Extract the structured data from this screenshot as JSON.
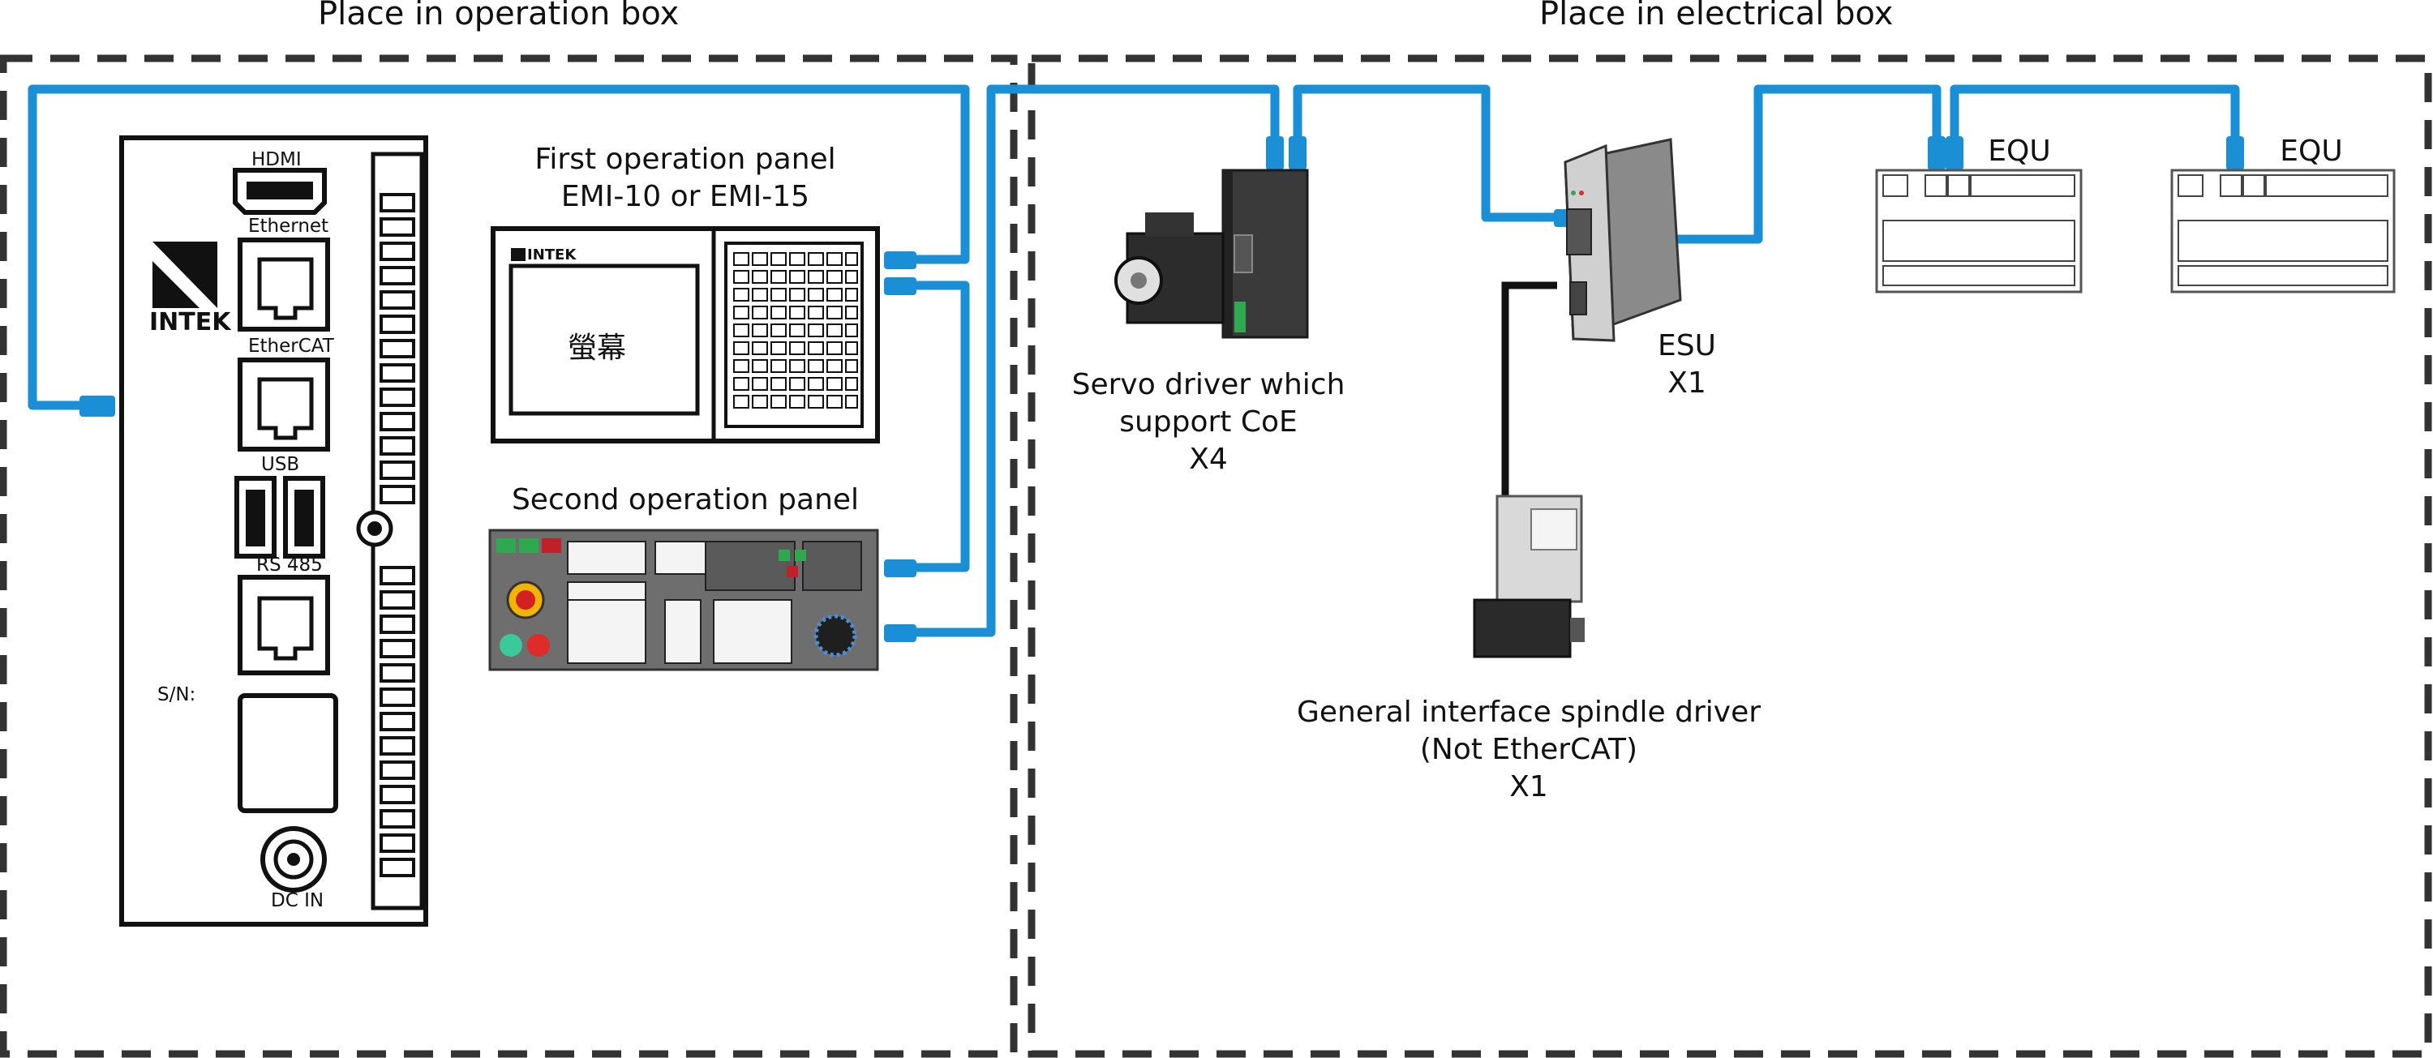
{
  "zones": {
    "operation_box_title": "Place in operation box",
    "electrical_box_title": "Place in electrical box"
  },
  "controller": {
    "brand": "INTEK",
    "ports": {
      "hdmi": "HDMI",
      "ethernet": "Ethernet",
      "ethercat": "EtherCAT",
      "usb": "USB",
      "rs485": "RS 485",
      "sn": "S/N:",
      "dcin": "DC IN"
    }
  },
  "first_panel": {
    "title_line1": "First operation panel",
    "title_line2": "EMI-10 or EMI-15",
    "brand": "INTEK",
    "screen_text": "螢幕"
  },
  "second_panel": {
    "title": "Second operation panel"
  },
  "servo": {
    "line1": "Servo driver which",
    "line2": "support CoE",
    "line3": "X4"
  },
  "esu": {
    "line1": "ESU",
    "line2": "X1"
  },
  "spindle": {
    "line1": "General interface spindle driver",
    "line2": "(Not EtherCAT)",
    "line3": "X1"
  },
  "equ": [
    {
      "label": "EQU"
    },
    {
      "label": "EQU"
    }
  ],
  "colors": {
    "cable": "#1a8fd6",
    "dash": "#333333",
    "device_dark": "#3a3a3a",
    "panel_gray": "#707070"
  }
}
